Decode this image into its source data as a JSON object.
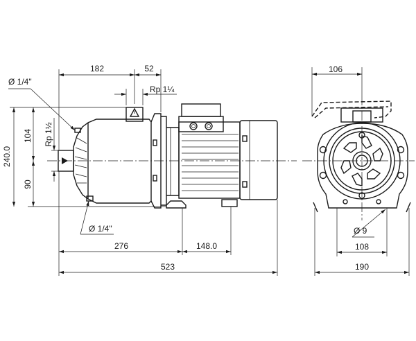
{
  "side_view": {
    "dims": {
      "top_left_len": "182",
      "top_right_len": "52",
      "outlet_thread": "Rp 1¼",
      "drain_top": "Ø 1/4\"",
      "height_total": "240.0",
      "height_upper": "104",
      "inlet_thread": "Rp 1½",
      "height_lower": "90",
      "drain_bottom": "Ø 1/4\"",
      "foot_pos": "276",
      "foot_span": "148.0",
      "length_total": "523"
    }
  },
  "end_view": {
    "dims": {
      "top_offset": "106",
      "bolt_hole": "Ø 9",
      "foot_span": "108",
      "width_total": "190"
    }
  }
}
